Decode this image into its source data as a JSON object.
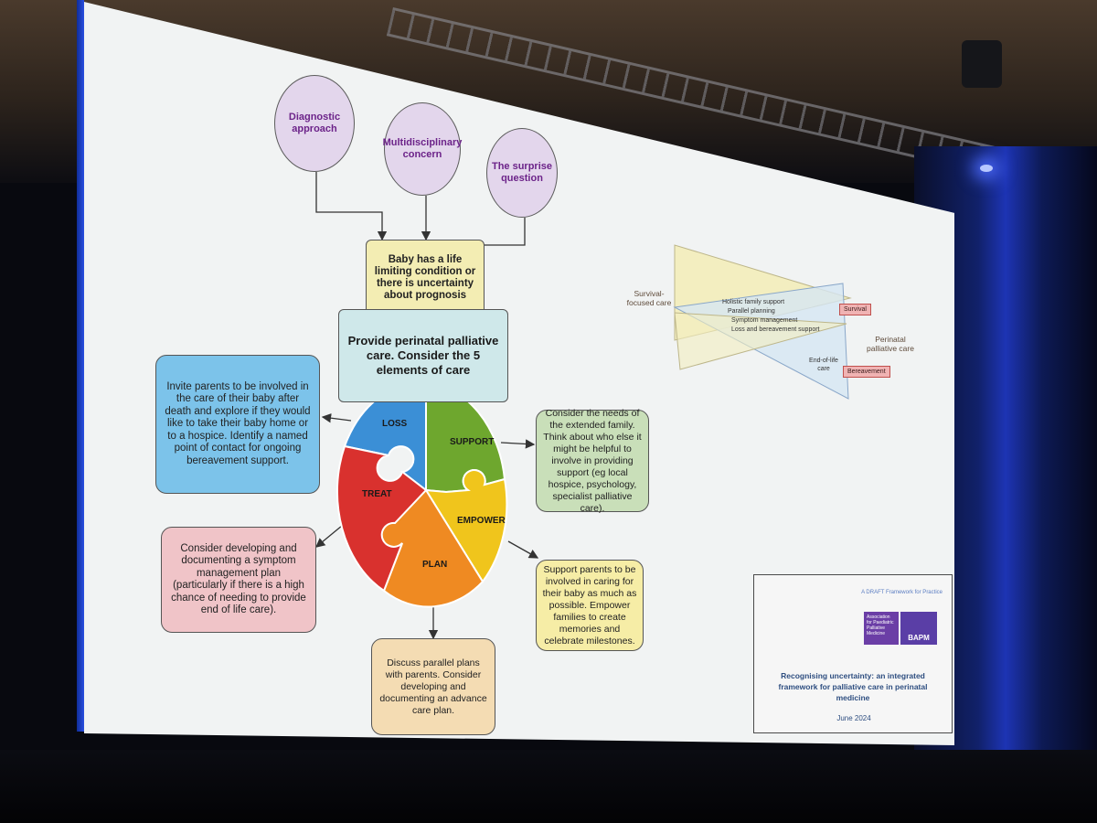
{
  "colors": {
    "circle_fill": "#e3d6ec",
    "circle_text": "#6c2389",
    "loss": "#3b8fd6",
    "support": "#6ea72e",
    "empower": "#f0c51c",
    "plan": "#ef8a22",
    "treat": "#d9312e"
  },
  "criteria": [
    {
      "label": "Diagnostic approach"
    },
    {
      "label": "Multidisciplinary concern"
    },
    {
      "label": "The surprise question"
    }
  ],
  "condition_box": "Baby has a life limiting condition or there is uncertainty about prognosis",
  "provide_box": "Provide perinatal palliative care. Consider the 5 elements of care",
  "elements": {
    "loss": "LOSS",
    "support": "SUPPORT",
    "empower": "EMPOWER",
    "plan": "PLAN",
    "treat": "TREAT"
  },
  "notes": {
    "loss": "Invite parents to be involved in the care of their baby after death and explore if they would like to take their baby home or to a hospice. Identify a named point of contact for ongoing bereavement support.",
    "support": "Consider the needs of the extended family. Think about who else it might be helpful to involve in providing support (eg local hospice, psychology, specialist palliative care).",
    "treat": "Consider developing and documenting a symptom management plan (particularly if there is a high chance of needing to provide end of life care).",
    "empower": "Support parents to be involved in caring for their baby as much as possible. Empower families to create memories and celebrate milestones.",
    "plan": "Discuss parallel plans with parents. Consider developing and documenting an advance care plan."
  },
  "side_diagram": {
    "left_label": "Survival-focused care",
    "right_label": "Perinatal palliative care",
    "items": [
      "Holistic family support",
      "Parallel planning",
      "Symptom management",
      "Loss and bereavement support"
    ],
    "end_of_life": "End-of-life care",
    "survival_tag": "Survival",
    "bereavement_tag": "Bereavement"
  },
  "framework": {
    "draft_label": "A DRAFT Framework for Practice",
    "logo_appm": "Association for Paediatric Palliative Medicine",
    "logo_bapm": "BAPM",
    "title": "Recognising uncertainty: an integrated framework for palliative care in perinatal medicine",
    "date": "June 2024"
  }
}
